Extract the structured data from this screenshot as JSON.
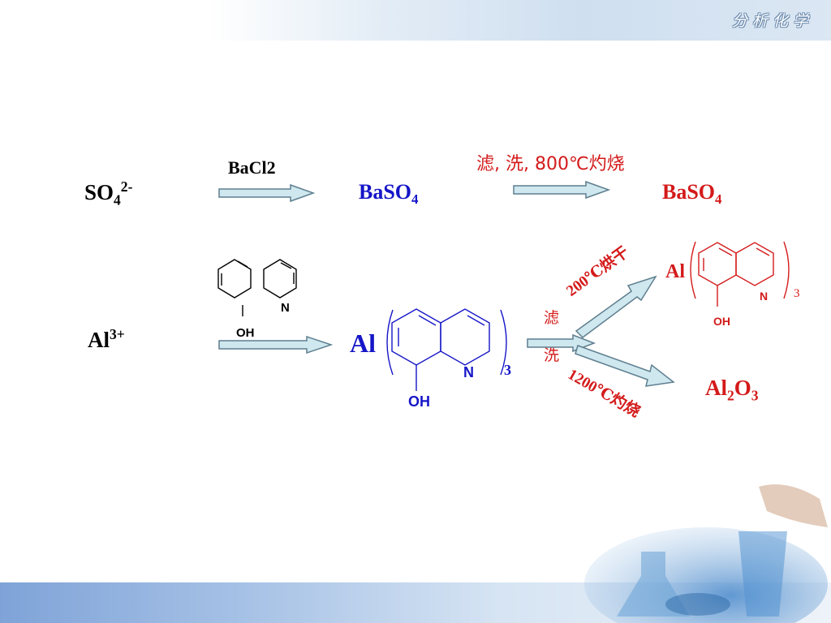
{
  "header": {
    "title": "分析化学"
  },
  "row1": {
    "reactant": "SO",
    "reactant_sub": "4",
    "reactant_sup": "2-",
    "reagent": "BaCl2",
    "product1": "BaSO",
    "product1_sub": "4",
    "step2": "滤, 洗, 800℃灼烧",
    "product2": "BaSO",
    "product2_sub": "4"
  },
  "row2": {
    "reactant": "Al",
    "reactant_sup": "3+",
    "reagent_label_n": "N",
    "reagent_label_oh": "OH",
    "complex_metal": "Al",
    "complex_n": "N",
    "complex_oh": "OH",
    "complex_subscript": "3",
    "filter_1": "滤",
    "filter_2": "洗",
    "branch_up_condition": "200℃烘干",
    "branch_up_metal": "Al",
    "branch_up_n": "N",
    "branch_up_oh": "OH",
    "branch_up_subscript": "3",
    "branch_down_condition": "1200℃灼烧",
    "branch_down_product": "Al",
    "branch_down_sub1": "2",
    "branch_down_product_o": "O",
    "branch_down_sub2": "3"
  },
  "colors": {
    "blue": "#1515c8",
    "red": "#d41a1a",
    "arrow_fill": "#cfe7ee",
    "arrow_stroke": "#5e7f90"
  }
}
